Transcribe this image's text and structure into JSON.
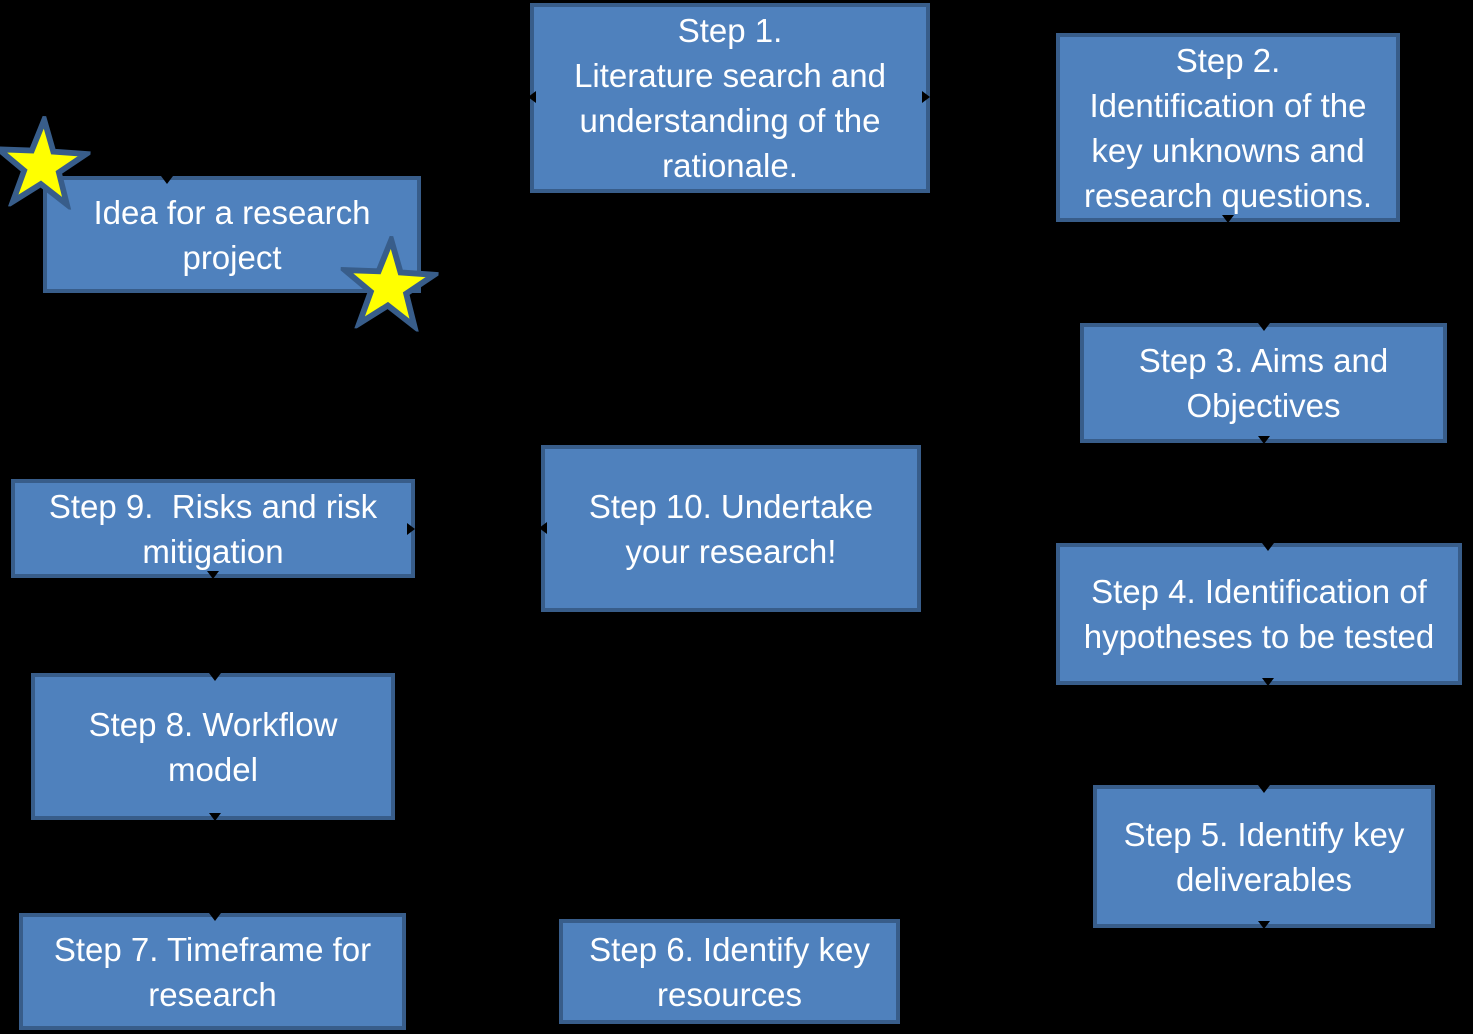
{
  "colors": {
    "background": "#000000",
    "box_fill": "#4f81bd",
    "box_border": "#385d8a",
    "box_text": "#ffffff",
    "star_fill": "#ffff00",
    "star_outline": "#385d8a"
  },
  "nodes": {
    "idea": {
      "label": "Idea for a research\nproject"
    },
    "step1": {
      "label": "Step 1.\nLiterature search and\nunderstanding of the\nrationale."
    },
    "step2": {
      "label": "Step 2.\nIdentification of the\nkey unknowns and\nresearch questions."
    },
    "step3": {
      "label": "Step 3. Aims and\nObjectives"
    },
    "step4": {
      "label": "Step 4. Identification of\nhypotheses to be tested"
    },
    "step5": {
      "label": "Step 5. Identify key\ndeliverables"
    },
    "step6": {
      "label": "Step 6. Identify key\nresources"
    },
    "step7": {
      "label": "Step 7. Timeframe for\nresearch"
    },
    "step8": {
      "label": "Step 8. Workflow\nmodel"
    },
    "step9": {
      "label": "Step 9.  Risks and risk\nmitigation"
    },
    "step10": {
      "label": "Step 10. Undertake\nyour research!"
    }
  }
}
